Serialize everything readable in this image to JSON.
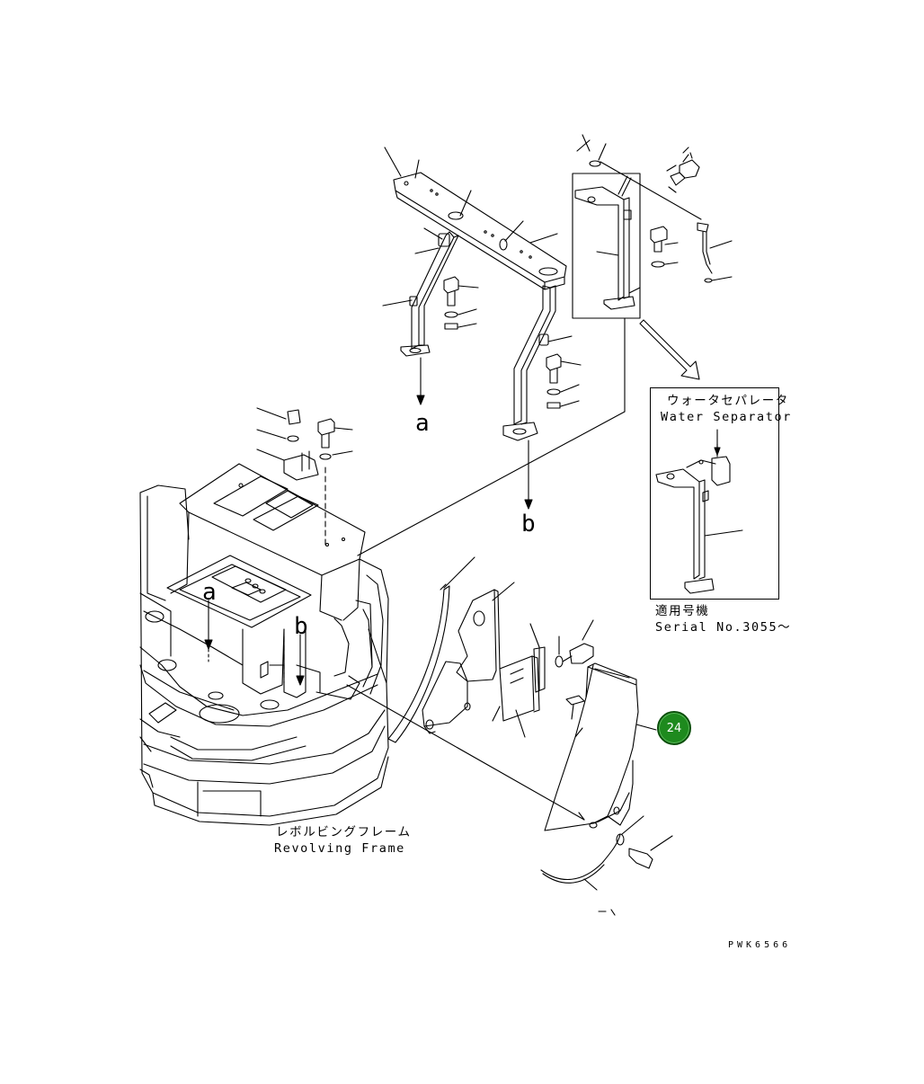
{
  "diagram": {
    "callout_letters": {
      "a_upper": "a",
      "b_upper": "b",
      "a_lower": "a",
      "b_lower": "b"
    },
    "inset": {
      "title_jp": "ウォータセパレータ",
      "title_en": "Water Separator",
      "serial_jp": "適用号機",
      "serial_en": "Serial No.3055～"
    },
    "frame_label": {
      "jp": "レボルビングフレーム",
      "en": "Revolving Frame"
    },
    "badge": "24",
    "drawing_code": "PWK6566",
    "colors": {
      "line": "#000000",
      "badge_fill": "#1e8a1e",
      "badge_border": "#0b4f0b",
      "badge_text": "#ffffff",
      "background": "#ffffff"
    }
  }
}
